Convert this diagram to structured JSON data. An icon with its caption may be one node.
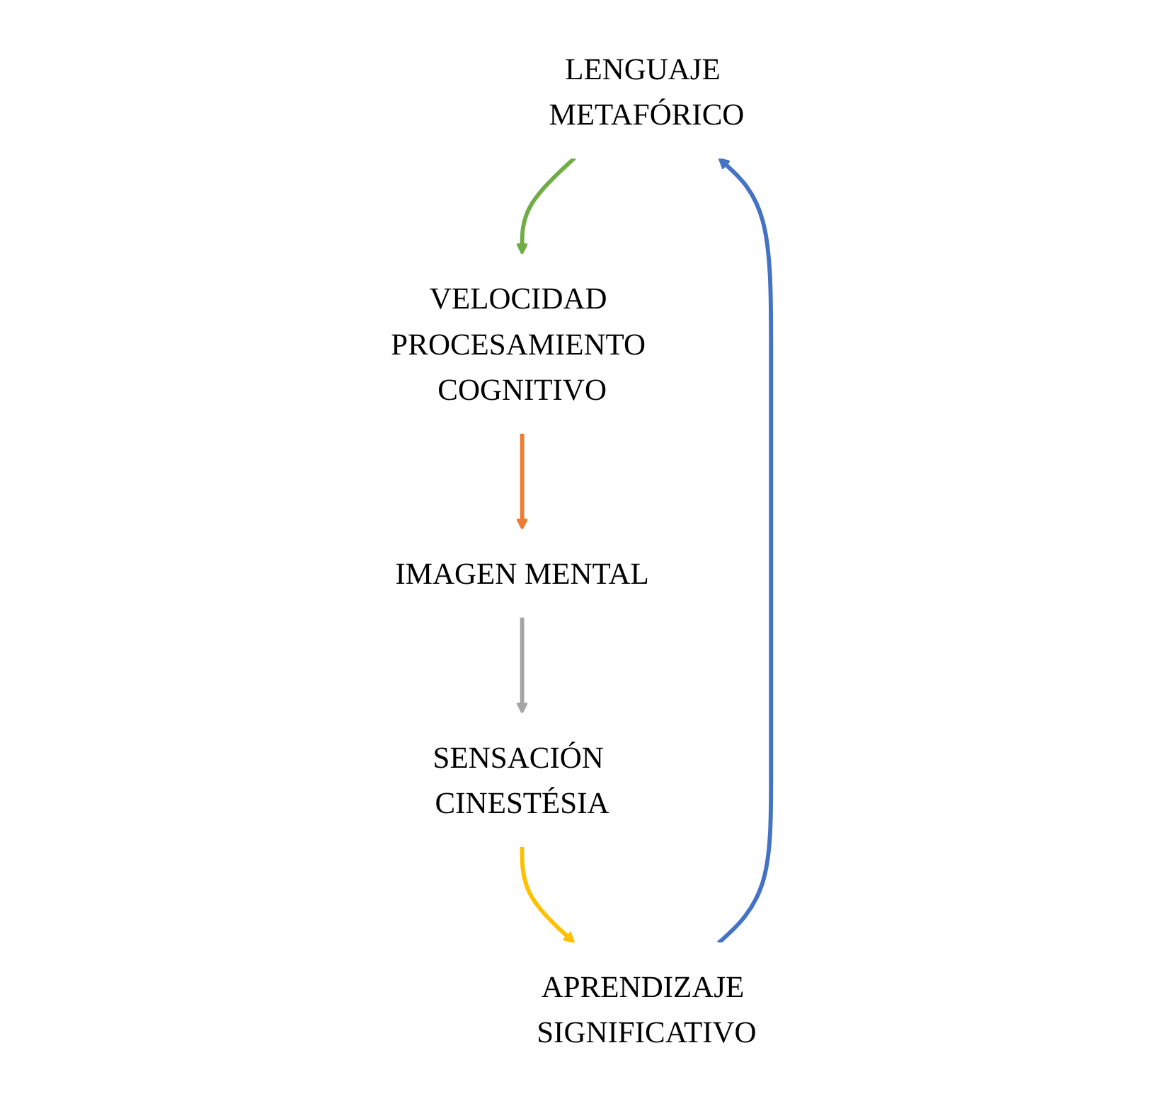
{
  "diagram": {
    "nodes": [
      {
        "text": [
          "LENGUAJE METAFÓRICO"
        ]
      },
      {
        "text": [
          "VELOCIDAD PROCESAMIENTO COGNITIVO"
        ]
      },
      {
        "text": [
          "IMAGEN MENTAL"
        ]
      },
      {
        "text": [
          "SENSACIÓN CINESTÉSIA"
        ]
      },
      {
        "text": [
          "APRENDIZAJE SIGNIFICATIVO"
        ]
      }
    ],
    "edges": [
      {
        "from": 0,
        "to": 1,
        "arrow": "to",
        "color": "#70ad47"
      },
      {
        "from": 1,
        "to": 2,
        "arrow": "to",
        "color": "#ed7d31"
      },
      {
        "from": 2,
        "to": 3,
        "arrow": "to",
        "color": "#a5a5a5"
      },
      {
        "from": 3,
        "to": 4,
        "arrow": "to",
        "color": "#ffc000"
      },
      {
        "from": 4,
        "to": 0,
        "arrow": "to",
        "color": "#4472c4"
      }
    ]
  }
}
